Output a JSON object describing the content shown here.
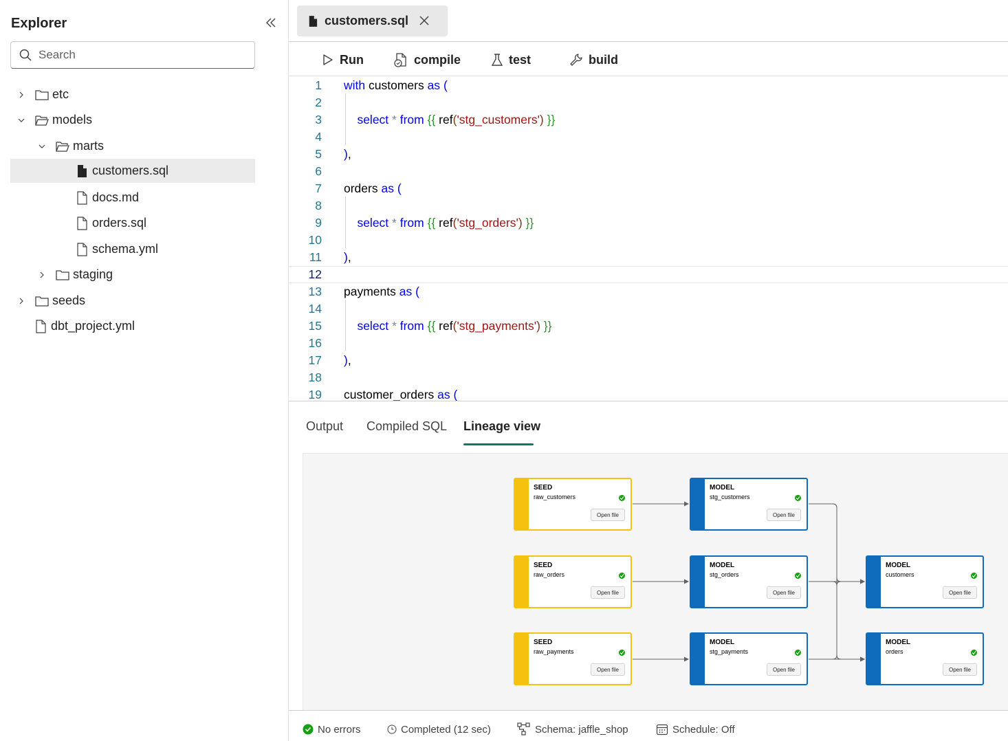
{
  "explorer": {
    "title": "Explorer",
    "search_placeholder": "Search",
    "tree": [
      {
        "label": "etc",
        "type": "folder",
        "expanded": false
      },
      {
        "label": "models",
        "type": "folder",
        "expanded": true
      },
      {
        "label": "marts",
        "type": "folder",
        "expanded": true
      },
      {
        "label": "customers.sql",
        "type": "file",
        "selected": true
      },
      {
        "label": "docs.md",
        "type": "file"
      },
      {
        "label": "orders.sql",
        "type": "file"
      },
      {
        "label": "schema.yml",
        "type": "file"
      },
      {
        "label": "staging",
        "type": "folder",
        "expanded": false
      },
      {
        "label": "seeds",
        "type": "folder",
        "expanded": false
      },
      {
        "label": "dbt_project.yml",
        "type": "file"
      }
    ]
  },
  "tab": {
    "label": "customers.sql"
  },
  "toolbar": {
    "run": "Run",
    "compile": "compile",
    "test": "test",
    "build": "build"
  },
  "editor": {
    "active_line": 12,
    "line_numbers": [
      "1",
      "2",
      "3",
      "4",
      "5",
      "6",
      "7",
      "8",
      "9",
      "10",
      "11",
      "12",
      "13",
      "14",
      "15",
      "16",
      "17",
      "18",
      "19"
    ]
  },
  "panel_tabs": {
    "output": "Output",
    "compiled_sql": "Compiled SQL",
    "lineage_view": "Lineage view",
    "active": "Lineage view"
  },
  "lineage": {
    "open_file_label": "Open file",
    "nodes": [
      {
        "type": "SEED",
        "name": "raw_customers"
      },
      {
        "type": "SEED",
        "name": "raw_orders"
      },
      {
        "type": "SEED",
        "name": "raw_payments"
      },
      {
        "type": "MODEL",
        "name": "stg_customers"
      },
      {
        "type": "MODEL",
        "name": "stg_orders"
      },
      {
        "type": "MODEL",
        "name": "stg_payments"
      },
      {
        "type": "MODEL",
        "name": "customers"
      },
      {
        "type": "MODEL",
        "name": "orders"
      }
    ],
    "colors": {
      "seed": "#f5c30f",
      "model": "#0f6cbd",
      "status_ok": "#13a10e"
    }
  },
  "status": {
    "errors": "No errors",
    "completed": "Completed (12 sec)",
    "schema": "Schema: jaffle_shop",
    "schedule": "Schedule: Off"
  }
}
